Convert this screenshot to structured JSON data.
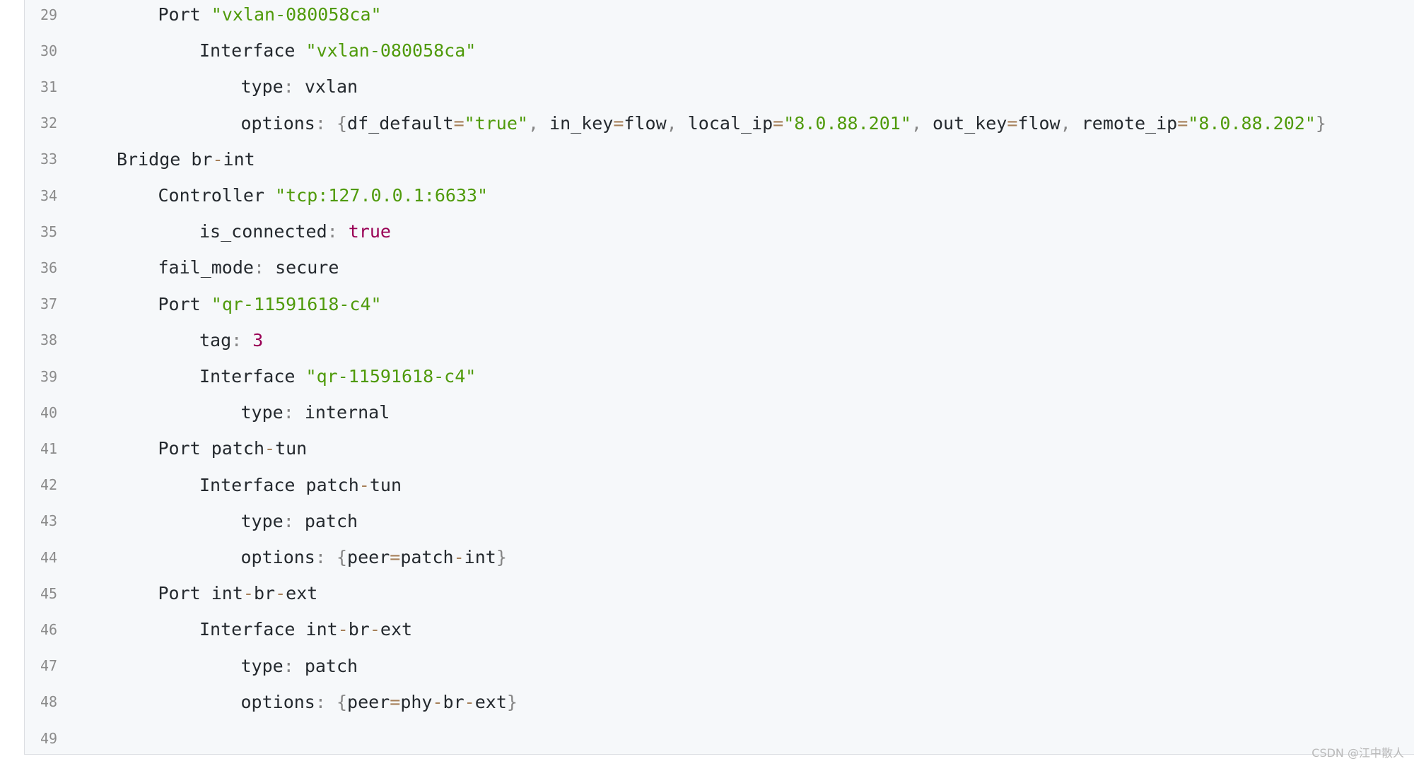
{
  "lines": [
    {
      "n": "29",
      "indent": 2,
      "tokens": [
        {
          "t": "Port ",
          "k": "txt"
        },
        {
          "t": "\"vxlan-080058ca\"",
          "k": "str"
        }
      ]
    },
    {
      "n": "30",
      "indent": 3,
      "tokens": [
        {
          "t": "Interface ",
          "k": "txt"
        },
        {
          "t": "\"vxlan-080058ca\"",
          "k": "str"
        }
      ]
    },
    {
      "n": "31",
      "indent": 4,
      "tokens": [
        {
          "t": "type",
          "k": "txt"
        },
        {
          "t": ":",
          "k": "punc"
        },
        {
          "t": " vxlan",
          "k": "txt"
        }
      ]
    },
    {
      "n": "32",
      "indent": 4,
      "tokens": [
        {
          "t": "options",
          "k": "txt"
        },
        {
          "t": ":",
          "k": "punc"
        },
        {
          "t": " ",
          "k": "txt"
        },
        {
          "t": "{",
          "k": "punc"
        },
        {
          "t": "df_default",
          "k": "txt"
        },
        {
          "t": "=",
          "k": "op"
        },
        {
          "t": "\"true\"",
          "k": "str"
        },
        {
          "t": ",",
          "k": "punc"
        },
        {
          "t": " in_key",
          "k": "txt"
        },
        {
          "t": "=",
          "k": "op"
        },
        {
          "t": "flow",
          "k": "txt"
        },
        {
          "t": ",",
          "k": "punc"
        },
        {
          "t": " local_ip",
          "k": "txt"
        },
        {
          "t": "=",
          "k": "op"
        },
        {
          "t": "\"8.0.88.201\"",
          "k": "str"
        },
        {
          "t": ",",
          "k": "punc"
        },
        {
          "t": " out_key",
          "k": "txt"
        },
        {
          "t": "=",
          "k": "op"
        },
        {
          "t": "flow",
          "k": "txt"
        },
        {
          "t": ",",
          "k": "punc"
        },
        {
          "t": " remote_ip",
          "k": "txt"
        },
        {
          "t": "=",
          "k": "op"
        },
        {
          "t": "\"8.0.88.202\"",
          "k": "str"
        },
        {
          "t": "}",
          "k": "punc"
        }
      ]
    },
    {
      "n": "33",
      "indent": 1,
      "tokens": [
        {
          "t": "Bridge br",
          "k": "txt"
        },
        {
          "t": "-",
          "k": "op"
        },
        {
          "t": "int",
          "k": "txt"
        }
      ]
    },
    {
      "n": "34",
      "indent": 2,
      "tokens": [
        {
          "t": "Controller ",
          "k": "txt"
        },
        {
          "t": "\"tcp:127.0.0.1:6633\"",
          "k": "str"
        }
      ]
    },
    {
      "n": "35",
      "indent": 3,
      "tokens": [
        {
          "t": "is_connected",
          "k": "txt"
        },
        {
          "t": ":",
          "k": "punc"
        },
        {
          "t": " ",
          "k": "txt"
        },
        {
          "t": "true",
          "k": "lit"
        }
      ]
    },
    {
      "n": "36",
      "indent": 2,
      "tokens": [
        {
          "t": "fail_mode",
          "k": "txt"
        },
        {
          "t": ":",
          "k": "punc"
        },
        {
          "t": " secure",
          "k": "txt"
        }
      ]
    },
    {
      "n": "37",
      "indent": 2,
      "tokens": [
        {
          "t": "Port ",
          "k": "txt"
        },
        {
          "t": "\"qr-11591618-c4\"",
          "k": "str"
        }
      ]
    },
    {
      "n": "38",
      "indent": 3,
      "tokens": [
        {
          "t": "tag",
          "k": "txt"
        },
        {
          "t": ":",
          "k": "punc"
        },
        {
          "t": " ",
          "k": "txt"
        },
        {
          "t": "3",
          "k": "lit"
        }
      ]
    },
    {
      "n": "39",
      "indent": 3,
      "tokens": [
        {
          "t": "Interface ",
          "k": "txt"
        },
        {
          "t": "\"qr-11591618-c4\"",
          "k": "str"
        }
      ]
    },
    {
      "n": "40",
      "indent": 4,
      "tokens": [
        {
          "t": "type",
          "k": "txt"
        },
        {
          "t": ":",
          "k": "punc"
        },
        {
          "t": " internal",
          "k": "txt"
        }
      ]
    },
    {
      "n": "41",
      "indent": 2,
      "tokens": [
        {
          "t": "Port patch",
          "k": "txt"
        },
        {
          "t": "-",
          "k": "op"
        },
        {
          "t": "tun",
          "k": "txt"
        }
      ]
    },
    {
      "n": "42",
      "indent": 3,
      "tokens": [
        {
          "t": "Interface patch",
          "k": "txt"
        },
        {
          "t": "-",
          "k": "op"
        },
        {
          "t": "tun",
          "k": "txt"
        }
      ]
    },
    {
      "n": "43",
      "indent": 4,
      "tokens": [
        {
          "t": "type",
          "k": "txt"
        },
        {
          "t": ":",
          "k": "punc"
        },
        {
          "t": " patch",
          "k": "txt"
        }
      ]
    },
    {
      "n": "44",
      "indent": 4,
      "tokens": [
        {
          "t": "options",
          "k": "txt"
        },
        {
          "t": ":",
          "k": "punc"
        },
        {
          "t": " ",
          "k": "txt"
        },
        {
          "t": "{",
          "k": "punc"
        },
        {
          "t": "peer",
          "k": "txt"
        },
        {
          "t": "=",
          "k": "op"
        },
        {
          "t": "patch",
          "k": "txt"
        },
        {
          "t": "-",
          "k": "op"
        },
        {
          "t": "int",
          "k": "txt"
        },
        {
          "t": "}",
          "k": "punc"
        }
      ]
    },
    {
      "n": "45",
      "indent": 2,
      "tokens": [
        {
          "t": "Port int",
          "k": "txt"
        },
        {
          "t": "-",
          "k": "op"
        },
        {
          "t": "br",
          "k": "txt"
        },
        {
          "t": "-",
          "k": "op"
        },
        {
          "t": "ext",
          "k": "txt"
        }
      ]
    },
    {
      "n": "46",
      "indent": 3,
      "tokens": [
        {
          "t": "Interface int",
          "k": "txt"
        },
        {
          "t": "-",
          "k": "op"
        },
        {
          "t": "br",
          "k": "txt"
        },
        {
          "t": "-",
          "k": "op"
        },
        {
          "t": "ext",
          "k": "txt"
        }
      ]
    },
    {
      "n": "47",
      "indent": 4,
      "tokens": [
        {
          "t": "type",
          "k": "txt"
        },
        {
          "t": ":",
          "k": "punc"
        },
        {
          "t": " patch",
          "k": "txt"
        }
      ]
    },
    {
      "n": "48",
      "indent": 4,
      "tokens": [
        {
          "t": "options",
          "k": "txt"
        },
        {
          "t": ":",
          "k": "punc"
        },
        {
          "t": " ",
          "k": "txt"
        },
        {
          "t": "{",
          "k": "punc"
        },
        {
          "t": "peer",
          "k": "txt"
        },
        {
          "t": "=",
          "k": "op"
        },
        {
          "t": "phy",
          "k": "txt"
        },
        {
          "t": "-",
          "k": "op"
        },
        {
          "t": "br",
          "k": "txt"
        },
        {
          "t": "-",
          "k": "op"
        },
        {
          "t": "ext",
          "k": "txt"
        },
        {
          "t": "}",
          "k": "punc"
        }
      ]
    },
    {
      "n": "49",
      "indent": 0,
      "tokens": []
    }
  ],
  "watermark": "CSDN @江中散人"
}
